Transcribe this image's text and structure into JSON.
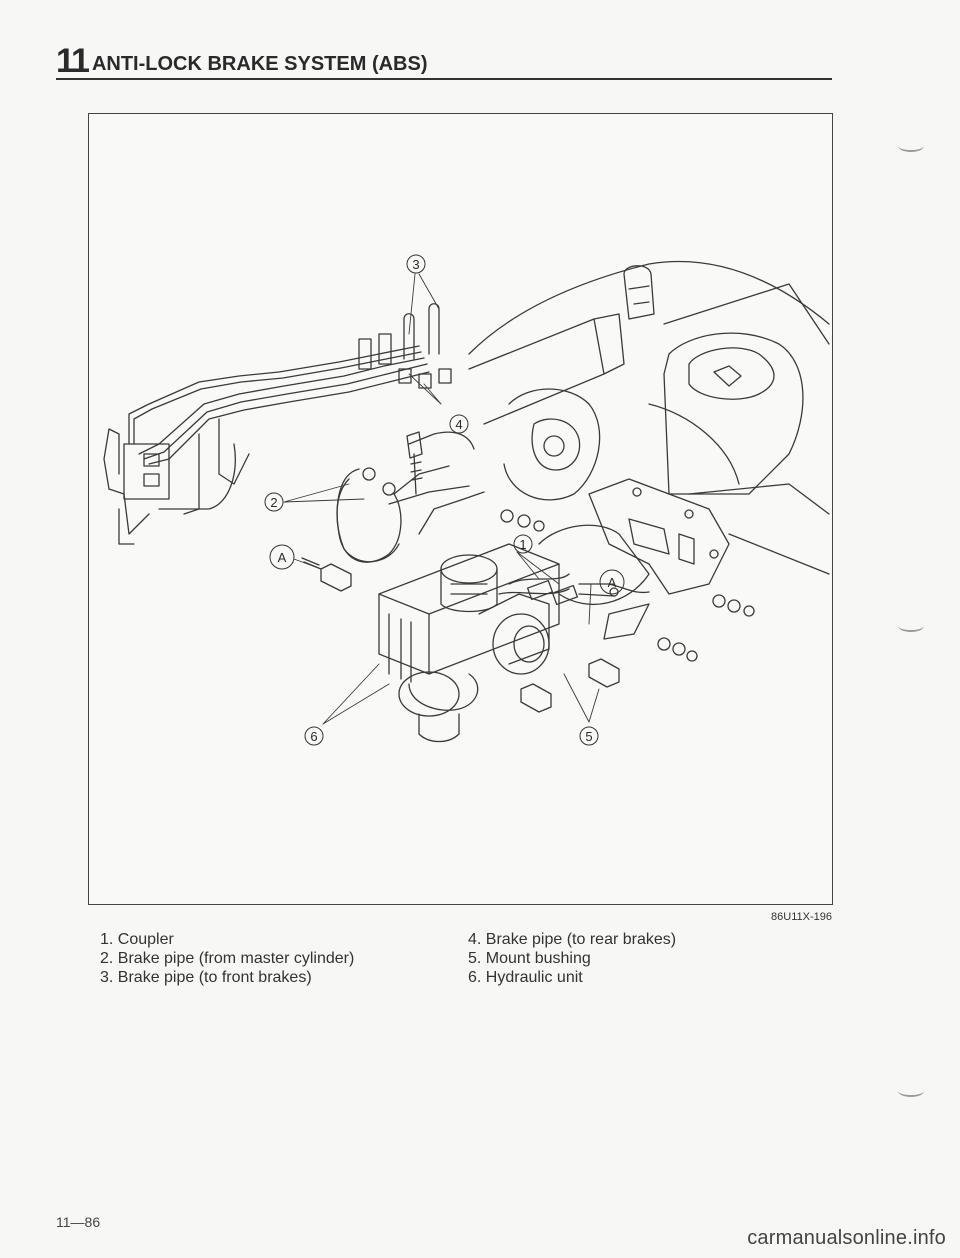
{
  "header": {
    "section_number": "11",
    "section_title": "ANTI-LOCK BRAKE SYSTEM (ABS)"
  },
  "figure": {
    "code": "86U11X-196",
    "callouts": {
      "c1": "1",
      "c2": "2",
      "c3": "3",
      "c4": "4",
      "c5": "5",
      "c6": "6",
      "a1": "A",
      "a2": "A"
    }
  },
  "legend": {
    "col1": [
      "1. Coupler",
      "2. Brake pipe (from master cylinder)",
      "3. Brake pipe (to front brakes)"
    ],
    "col2": [
      "4. Brake pipe (to rear brakes)",
      "5. Mount bushing",
      "6. Hydraulic unit"
    ]
  },
  "footer": {
    "page_number": "11—86",
    "watermark": "carmanualsonline.info"
  }
}
